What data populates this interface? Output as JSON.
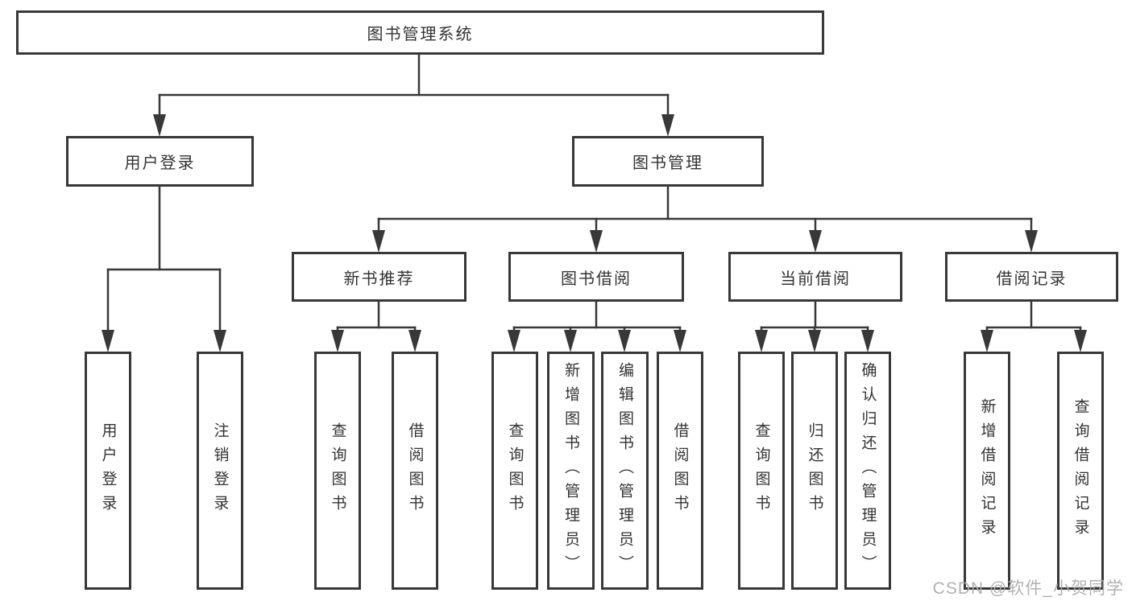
{
  "tree": {
    "label": "图书管理系统",
    "children": [
      {
        "label": "用户登录",
        "children": [
          {
            "label": "用户登录"
          },
          {
            "label": "注销登录"
          }
        ]
      },
      {
        "label": "图书管理",
        "children": [
          {
            "label": "新书推荐",
            "children": [
              {
                "label": "查询图书"
              },
              {
                "label": "借阅图书"
              }
            ]
          },
          {
            "label": "图书借阅",
            "children": [
              {
                "label": "查询图书"
              },
              {
                "label": "新增图书（管理员）"
              },
              {
                "label": "编辑图书（管理员）"
              },
              {
                "label": "借阅图书"
              }
            ]
          },
          {
            "label": "当前借阅",
            "children": [
              {
                "label": "查询图书"
              },
              {
                "label": "归还图书"
              },
              {
                "label": "确认归还（管理员）"
              }
            ]
          },
          {
            "label": "借阅记录",
            "children": [
              {
                "label": "新增借阅记录"
              },
              {
                "label": "查询借阅记录"
              }
            ]
          }
        ]
      }
    ]
  },
  "watermark": "CSDN @软件_小贺同学",
  "colors": {
    "line": "#383838",
    "box_border": "#383838",
    "text": "#333333",
    "watermark": "#ababab",
    "background": "#ffffff"
  }
}
